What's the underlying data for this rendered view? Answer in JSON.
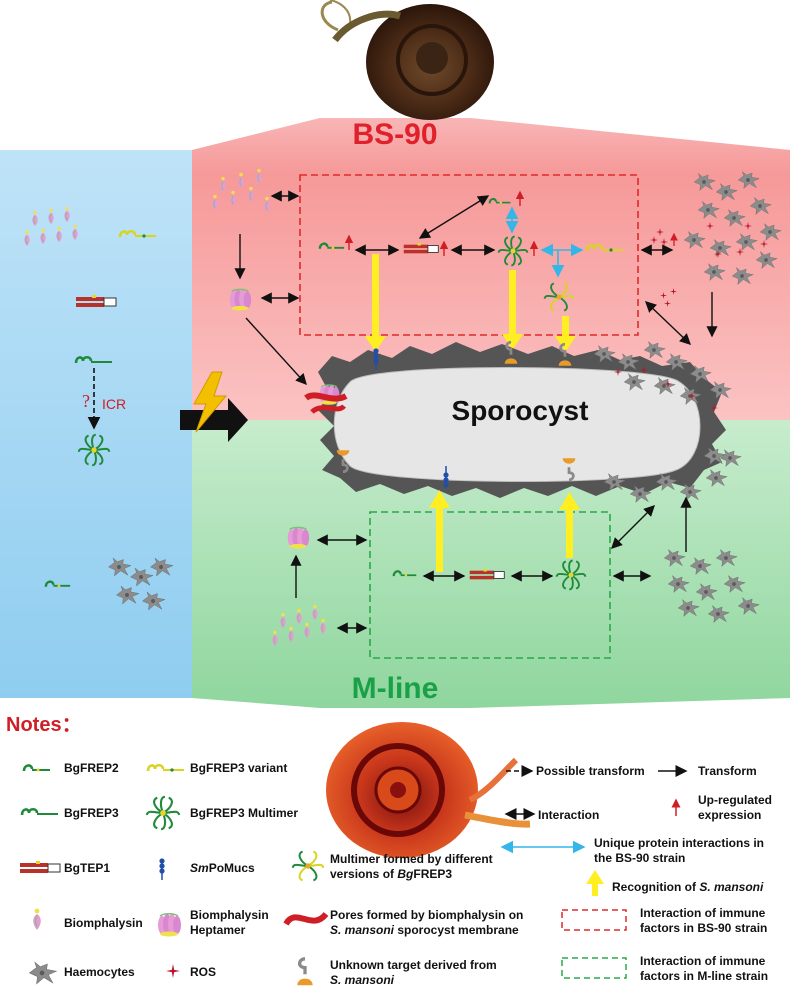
{
  "diagram": {
    "strain_top": "BS-90",
    "strain_bottom": "M-line",
    "parasite_label": "Sporocyst",
    "icr_label": "ICR",
    "question_mark": "?"
  },
  "notes": {
    "title": "Notes：",
    "legend": {
      "bgfrep2": "BgFREP2",
      "bgfrep3_variant": "BgFREP3 variant",
      "bgfrep3": "BgFREP3",
      "bgfrep3_multimer": "BgFREP3 Multimer",
      "bgtep1": "BgTEP1",
      "smpomucs_prefix": "Sm",
      "smpomucs_suffix": "PoMucs",
      "multimer_line1": "Multimer formed by different",
      "multimer_line2_pre": "versions of ",
      "multimer_line2_italic": "Bg",
      "multimer_line2_post": "FREP3",
      "biomphalysin": "Biomphalysin",
      "heptamer_line1": "Biomphalysin",
      "heptamer_line2": "Heptamer",
      "pores_line1": "Pores formed by biomphalysin on",
      "pores_line2_italic": "S. mansoni",
      "pores_line2_post": " sporocyst membrane",
      "haemocytes": "Haemocytes",
      "ros": "ROS",
      "unknown_line1": "Unknown target derived  from",
      "unknown_line2_italic": "S. mansoni",
      "possible_transform": "Possible transform",
      "transform": "Transform",
      "interaction": "Interaction",
      "upregulated_line1": "Up-regulated",
      "upregulated_line2": "expression",
      "unique_line1": "Unique protein interactions in",
      "unique_line2": "the BS-90 strain",
      "recognition_pre": "Recognition of ",
      "recognition_italic": "S. mansoni",
      "bs90_box_line1": "Interaction of immune",
      "bs90_box_line2": "factors in BS-90 strain",
      "mline_box_line1": "Interaction of immune",
      "mline_box_line2": "factors in M-line strain"
    }
  },
  "colors": {
    "bs90_panel": "#f7a3a3",
    "mline_panel": "#9fdcad",
    "left_panel": "#aad8f2",
    "red_dash": "#e02a2a",
    "green_dash": "#2aa84a",
    "yellow_arrow": "#ffee22",
    "cyan_arrow": "#35b6e8",
    "frep_green": "#1e8a3a",
    "tep_red": "#b8322a"
  }
}
